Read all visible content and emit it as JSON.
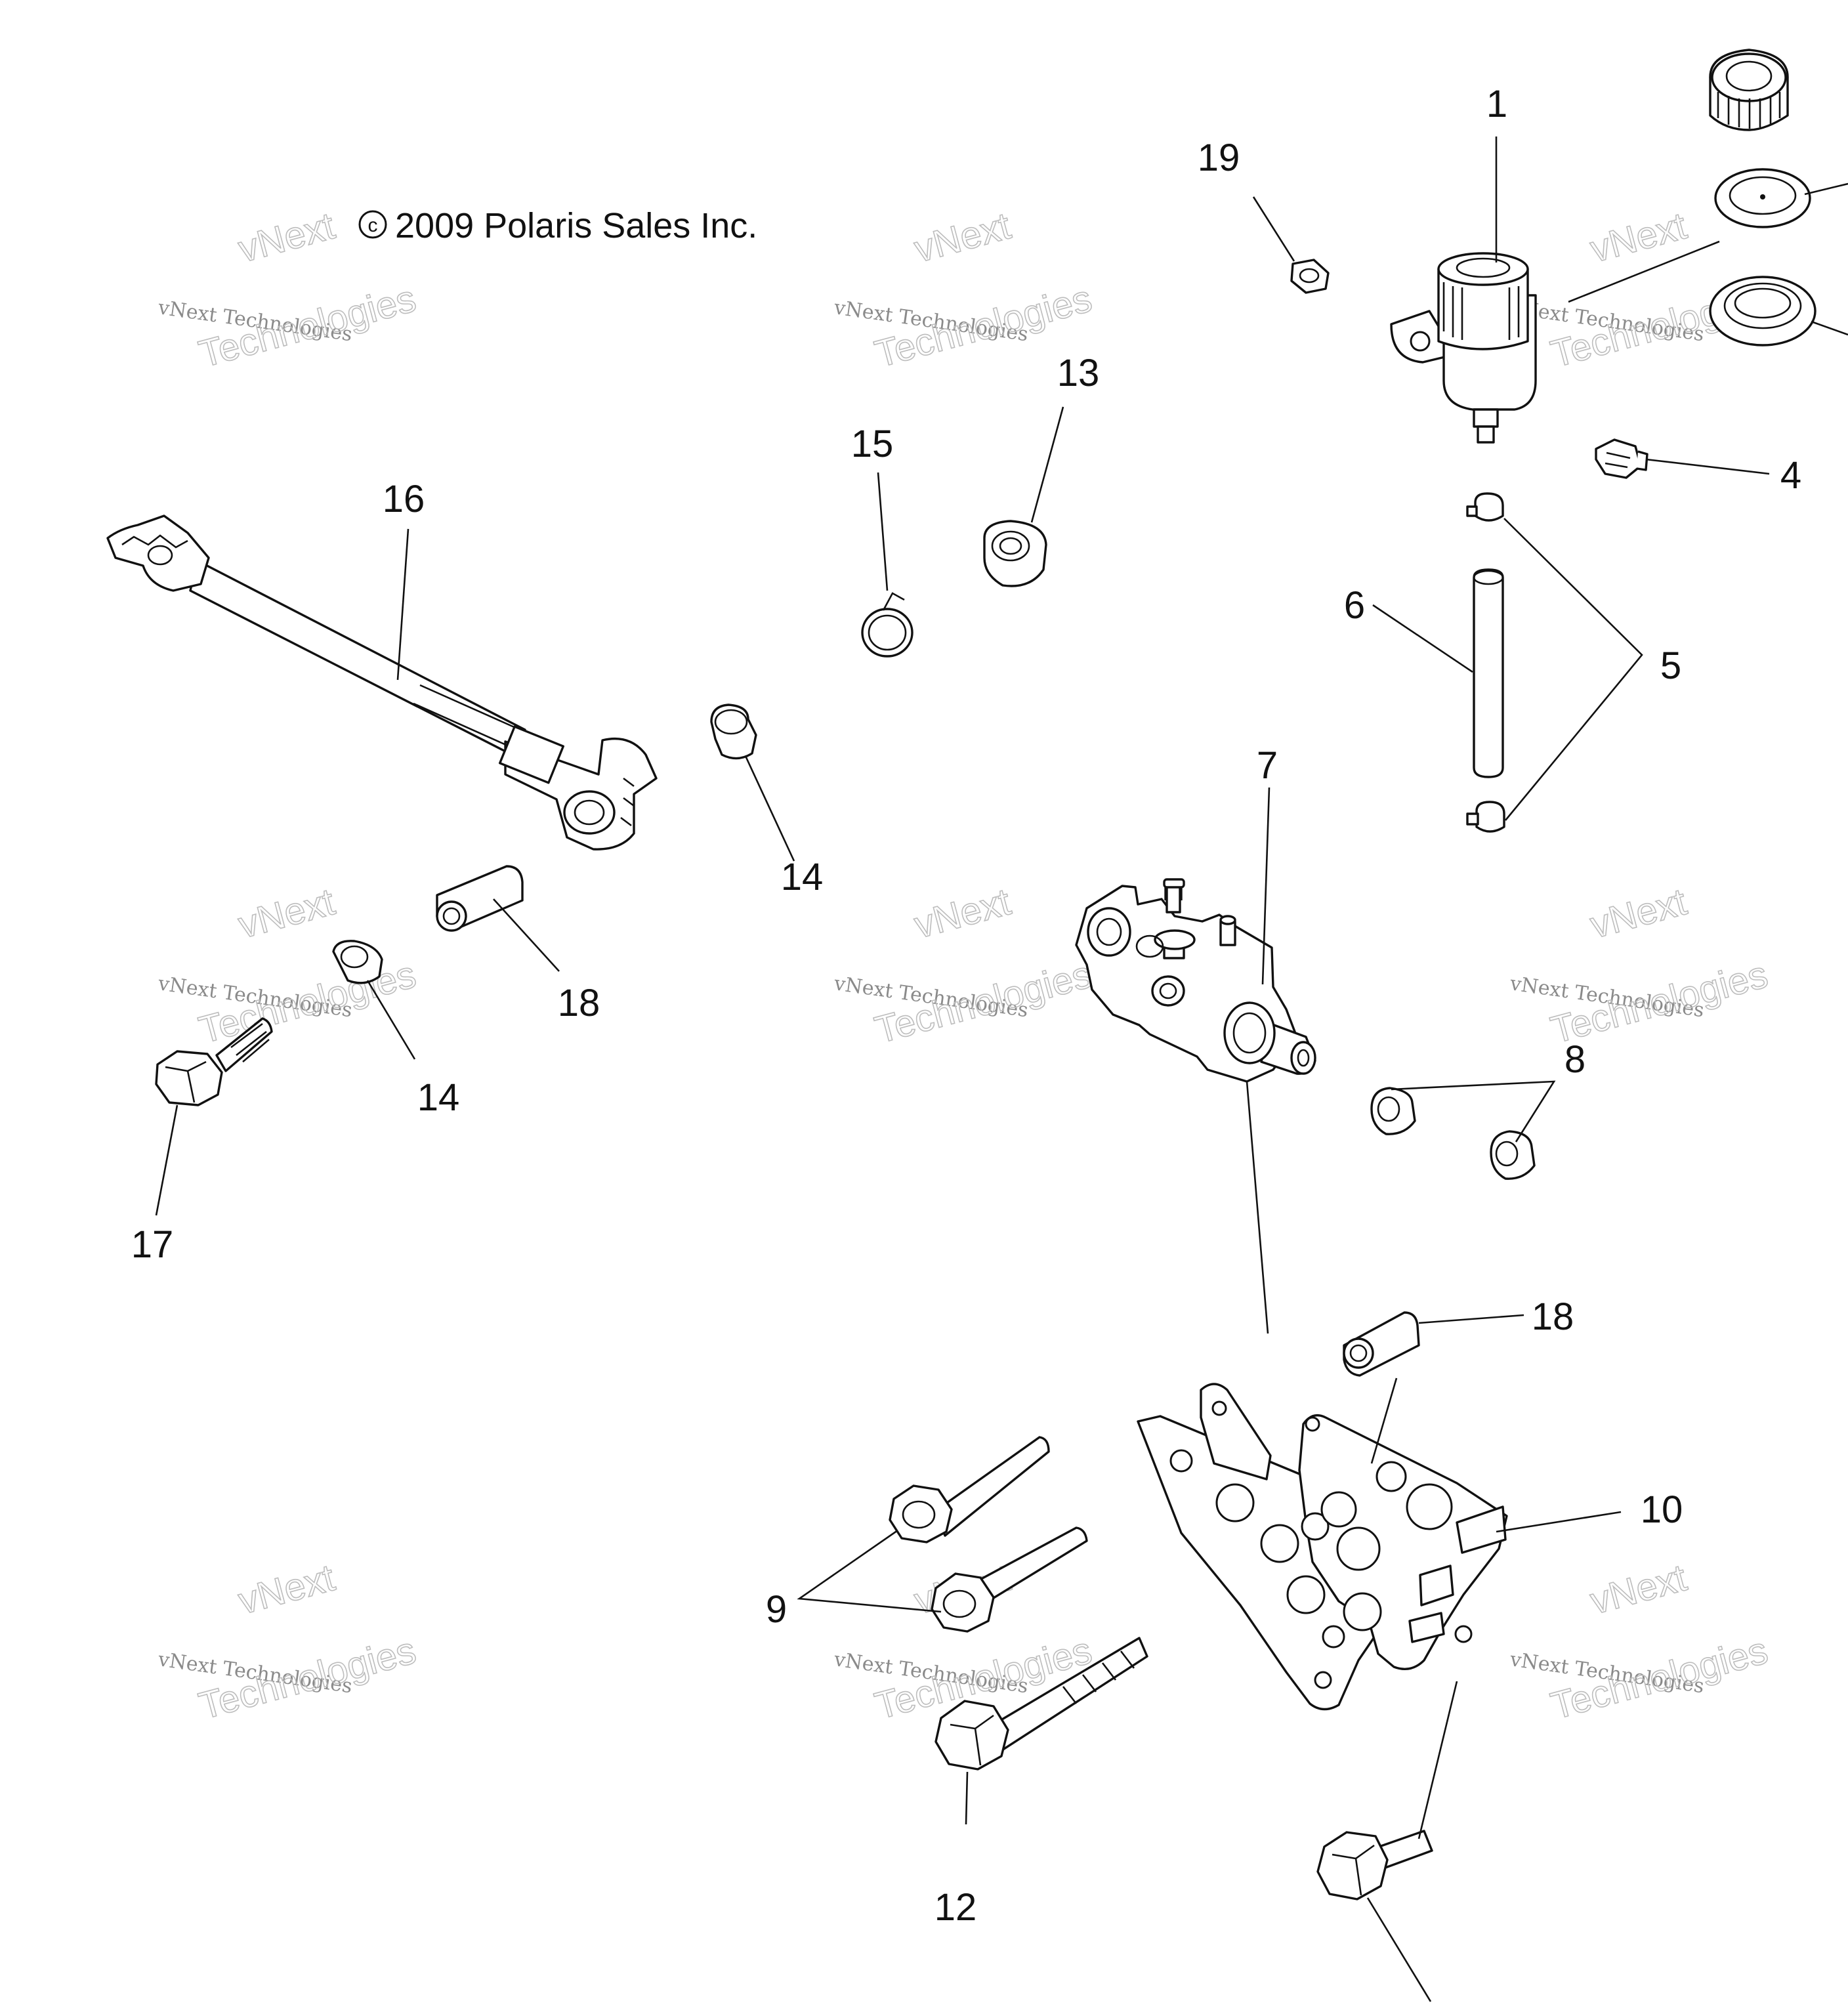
{
  "copyright": "2009 Polaris Sales Inc.",
  "copyright_symbol": "c",
  "watermark": {
    "line1": "vNext Technologies",
    "line2": "vNext",
    "line3": "Technologies"
  },
  "callouts": {
    "c1": "1",
    "c4": "4",
    "c5": "5",
    "c6": "6",
    "c7": "7",
    "c8": "8",
    "c9": "9",
    "c10": "10",
    "c12": "12",
    "c13": "13",
    "c14a": "14",
    "c14b": "14",
    "c15": "15",
    "c16": "16",
    "c17": "17",
    "c18a": "18",
    "c18b": "18",
    "c19": "19"
  }
}
